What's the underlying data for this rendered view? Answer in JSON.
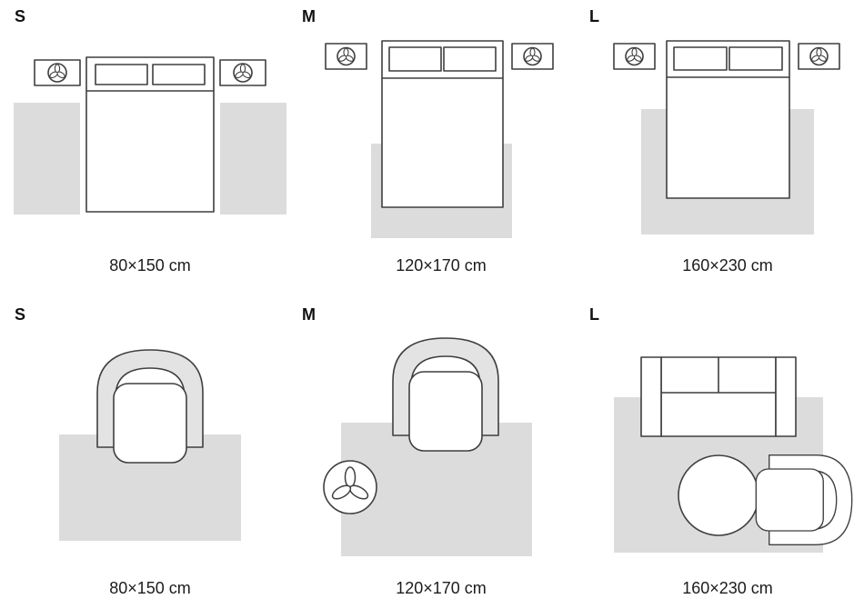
{
  "colors": {
    "rug": "#dcdcdc",
    "outline": "#3f3f3f",
    "chair-back": "#e3e3e3"
  },
  "sections": [
    {
      "name": "bedroom",
      "panels": [
        {
          "label": "S",
          "size": "80×150 cm"
        },
        {
          "label": "M",
          "size": "120×170 cm"
        },
        {
          "label": "L",
          "size": "160×230 cm"
        }
      ]
    },
    {
      "name": "living-room",
      "panels": [
        {
          "label": "S",
          "size": "80×150 cm"
        },
        {
          "label": "M",
          "size": "120×170 cm"
        },
        {
          "label": "L",
          "size": "160×230 cm"
        }
      ]
    }
  ]
}
